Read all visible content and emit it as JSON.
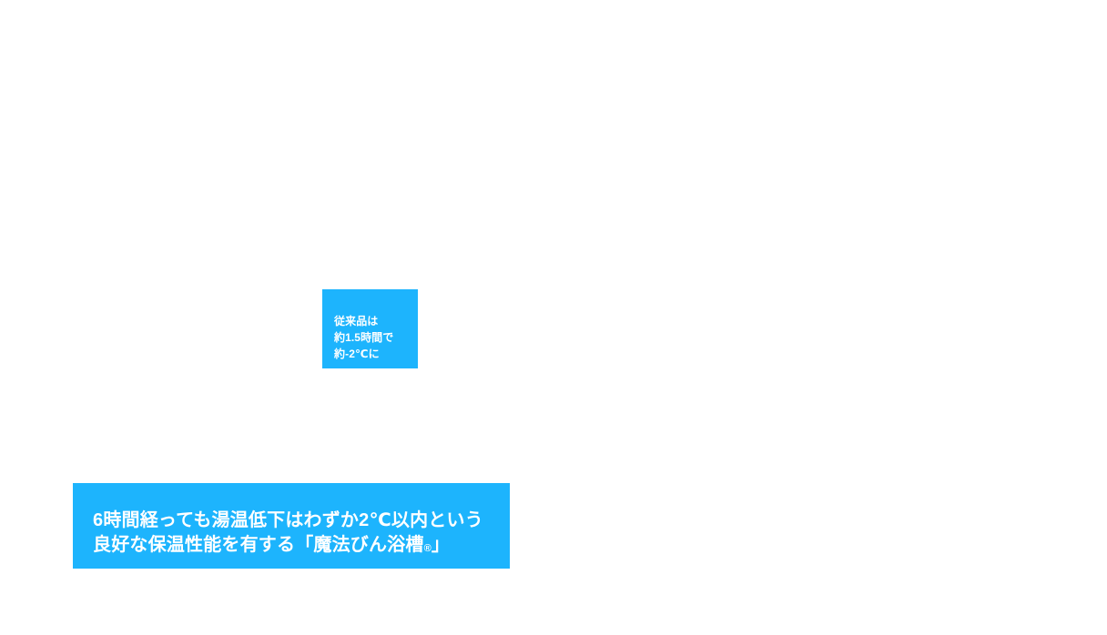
{
  "page": {
    "background_color": "#ffffff",
    "accent_color": "#1db4fd",
    "text_color": "#ffffff"
  },
  "callout_box": {
    "name": "conventional-product-callout",
    "background_color": "#1db4fd",
    "lines": [
      "従来品は",
      "約1.5時間で",
      "約-2℃に"
    ]
  },
  "banner": {
    "name": "mahobin-bathtub-banner",
    "background_color": "#1db4fd",
    "line1": "6時間経っても湯温低下はわずか2℃以内という",
    "line2_before_mark": "良好な保温性能を有する「魔法びん浴槽",
    "registered_mark": "®",
    "line2_after_mark": "」"
  }
}
